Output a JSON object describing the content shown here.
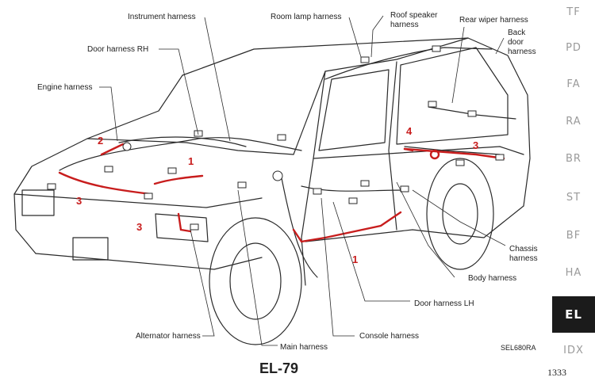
{
  "labels": {
    "instrument_harness": "Instrument harness",
    "room_lamp_harness": "Room lamp harness",
    "roof_speaker_harness": "Roof speaker harness",
    "rear_wiper_harness": "Rear wiper harness",
    "back_door_harness": "Back door harness",
    "door_harness_rh": "Door harness RH",
    "engine_harness": "Engine harness",
    "chassis_harness": "Chassis harness",
    "body_harness": "Body harness",
    "door_harness_lh": "Door harness LH",
    "console_harness": "Console harness",
    "main_harness": "Main harness",
    "alternator_harness": "Alternator harness"
  },
  "annotations": {
    "n1_hood": "1",
    "n2_engine": "2",
    "n3_front_top": "3",
    "n3_front_low": "3",
    "n4_interior": "4",
    "n3_rear": "3",
    "n1_door": "1"
  },
  "figure_code": "SEL680RA",
  "page_label": "EL-79",
  "page_number": "1333",
  "sidebar": {
    "tabs": [
      "TF",
      "PD",
      "FA",
      "RA",
      "BR",
      "ST",
      "BF",
      "HA",
      "EL",
      "IDX"
    ],
    "active": "EL"
  },
  "colors": {
    "line": "#2a2a2a",
    "accent": "#c81d1d",
    "active_tab": "#1b1b1b"
  }
}
